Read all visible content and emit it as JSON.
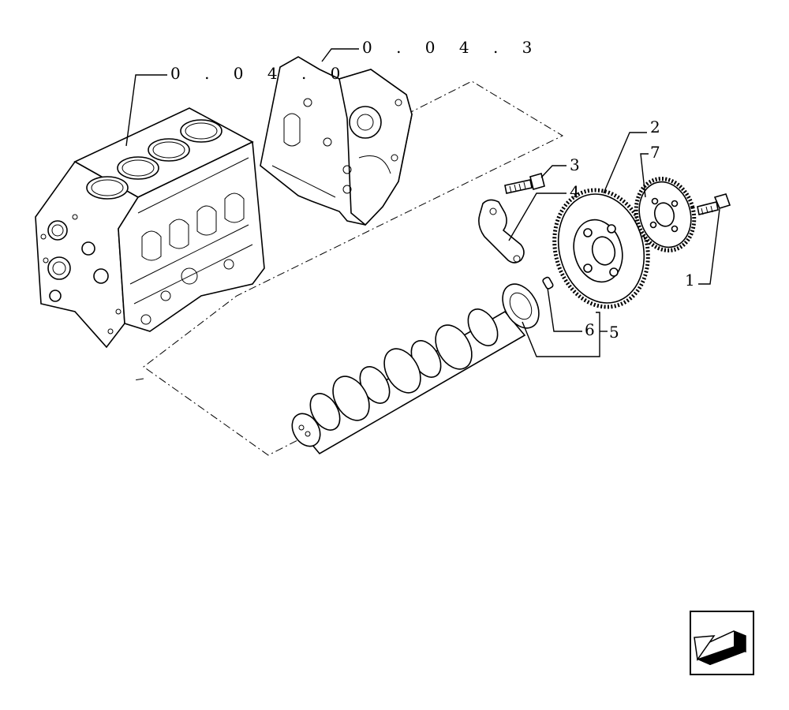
{
  "diagram": {
    "references": {
      "engine_block": "0 . 0 4 . 0",
      "timing_cover": "0 . 0 4 . 3"
    },
    "callouts": {
      "bolt_1": "1",
      "gear_2": "2",
      "bolt_3": "3",
      "plate_4": "4",
      "camshaft_5": "5",
      "pin_6": "6",
      "gear_7": "7"
    },
    "nav_icon": "back-arrow-icon"
  }
}
